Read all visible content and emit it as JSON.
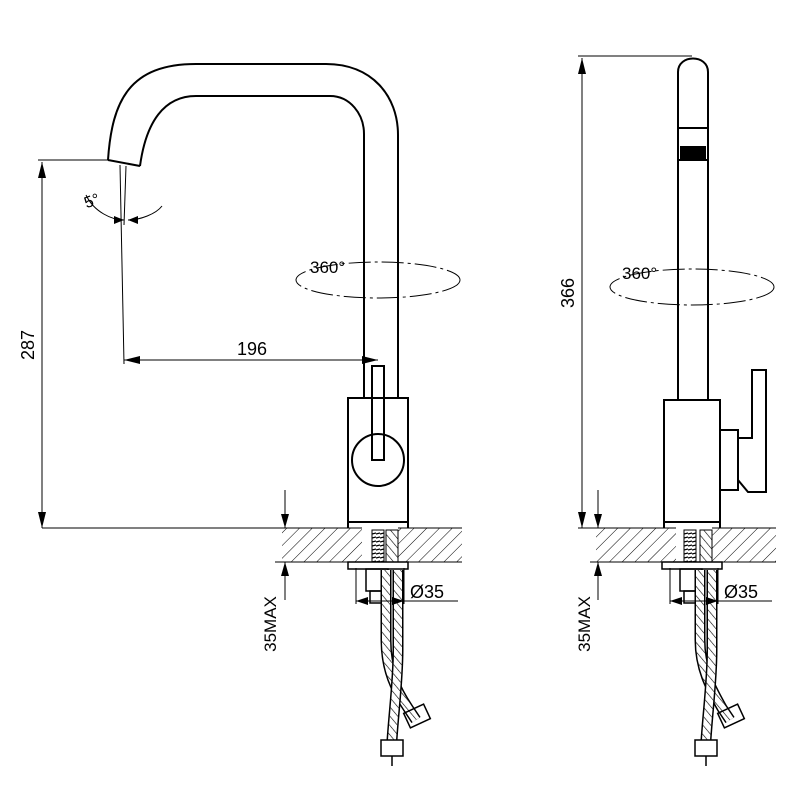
{
  "front_view": {
    "angle_tilt": "5°",
    "rotation": "360°",
    "height": "287",
    "reach": "196",
    "pipe_diameter": "Ø35",
    "max_thickness": "35MAX"
  },
  "side_view": {
    "rotation": "360°",
    "height": "366",
    "pipe_diameter": "Ø35",
    "max_thickness": "35MAX"
  }
}
